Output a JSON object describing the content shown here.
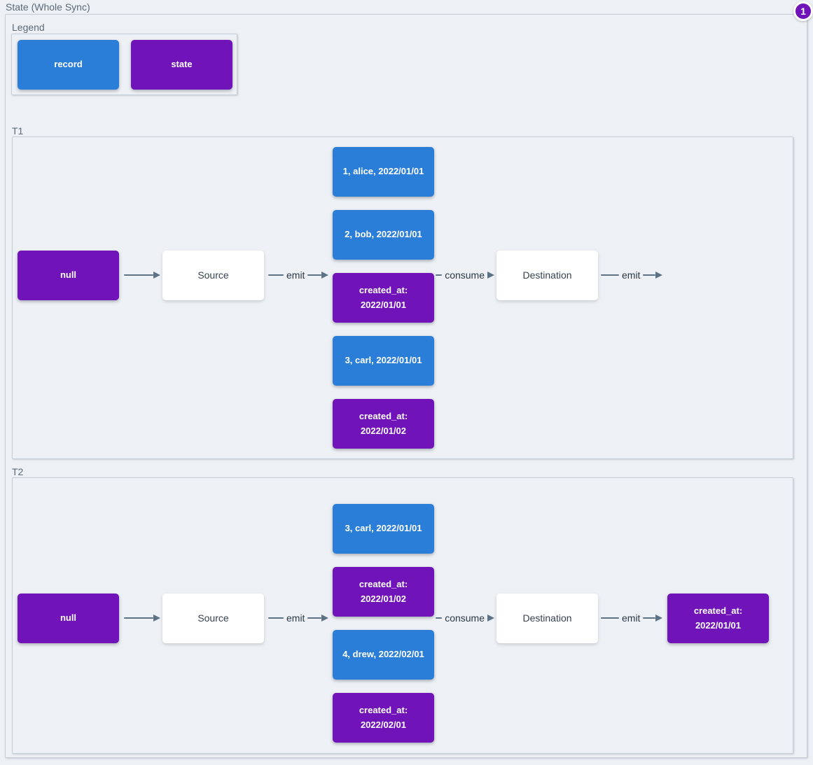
{
  "title": "State (Whole Sync)",
  "badge": "1",
  "colors": {
    "record": "#2b7ed8",
    "state": "#7013b8",
    "edge": "#5d7284",
    "bg": "#edf0f4",
    "border": "#c5ced7",
    "label": "#5c6a76"
  },
  "legend": {
    "label": "Legend",
    "items": [
      {
        "label": "record",
        "type": "record"
      },
      {
        "label": "state",
        "type": "state"
      }
    ]
  },
  "sections": [
    {
      "label": "T1",
      "nodes": {
        "start": "null",
        "source": "Source",
        "destination": "Destination"
      },
      "edges": {
        "emit_in": "emit",
        "consume": "consume",
        "emit_out": "emit"
      },
      "stack": [
        {
          "text": "1, alice, 2022/01/01",
          "type": "record"
        },
        {
          "text": "2, bob, 2022/01/01",
          "type": "record"
        },
        {
          "text": "created_at: 2022/01/01",
          "type": "state"
        },
        {
          "text": "3, carl, 2022/01/01",
          "type": "record"
        },
        {
          "text": "created_at: 2022/01/02",
          "type": "state"
        }
      ]
    },
    {
      "label": "T2",
      "nodes": {
        "start": "null",
        "source": "Source",
        "destination": "Destination",
        "output": "created_at: 2022/01/01"
      },
      "edges": {
        "emit_in": "emit",
        "consume": "consume",
        "emit_out": "emit"
      },
      "stack": [
        {
          "text": "3, carl, 2022/01/01",
          "type": "record"
        },
        {
          "text": "created_at: 2022/01/02",
          "type": "state"
        },
        {
          "text": "4, drew, 2022/02/01",
          "type": "record"
        },
        {
          "text": "created_at: 2022/02/01",
          "type": "state"
        }
      ]
    }
  ]
}
